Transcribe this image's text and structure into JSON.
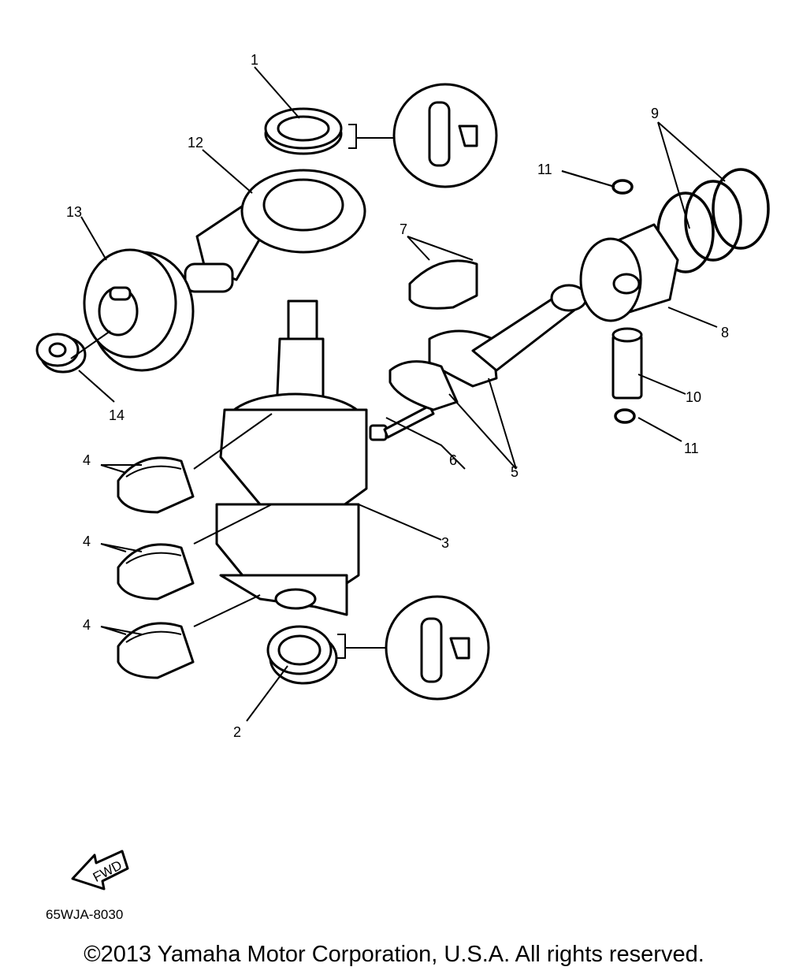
{
  "diagram": {
    "part_numbers": [
      "1",
      "2",
      "3",
      "4",
      "4",
      "4",
      "5",
      "6",
      "7",
      "8",
      "9",
      "10",
      "11",
      "11",
      "12",
      "13",
      "14"
    ],
    "fwd_arrow_label": "FWD",
    "diagram_code": "65WJA-8030",
    "copyright": "©2013 Yamaha Motor Corporation, U.S.A. All rights reserved."
  }
}
